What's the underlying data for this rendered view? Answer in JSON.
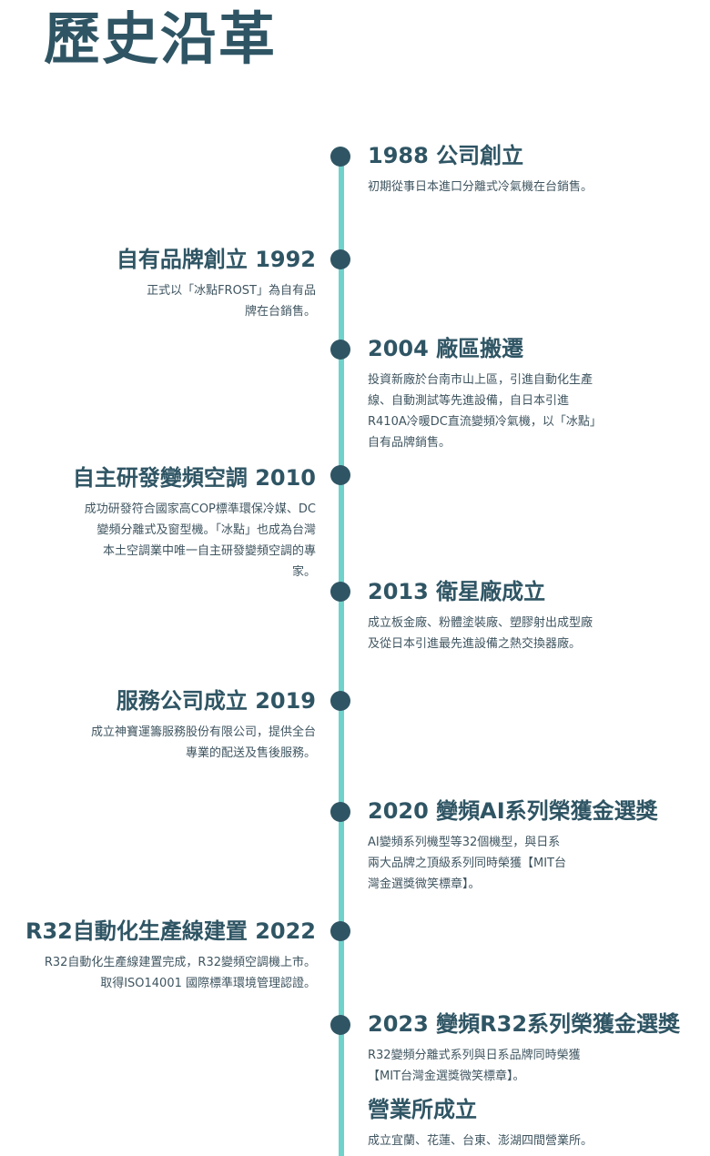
{
  "page": {
    "title": "歷史沿革"
  },
  "colors": {
    "heading": "#2f5564",
    "timeline": "#6fd3cc",
    "dot": "#2f5564"
  },
  "timeline": [
    {
      "side": "right",
      "title": "1988 公司創立",
      "lines": [
        "初期從事日本進口分離式冷氣機在台銷售。"
      ]
    },
    {
      "side": "left",
      "title": "自有品牌創立 1992",
      "lines": [
        "正式以「冰點FROST」為自有品",
        "牌在台銷售。"
      ]
    },
    {
      "side": "right",
      "title": "2004 廠區搬遷",
      "lines": [
        "投資新廠於台南市山上區，引進自動化生產",
        "線、自動測試等先進設備，自日本引進",
        "R410A冷暖DC直流變頻冷氣機，以「冰點」",
        "自有品牌銷售。"
      ]
    },
    {
      "side": "left",
      "title": "自主研發變頻空調 2010",
      "lines": [
        "成功研發符合國家高COP標準環保冷媒、DC",
        "變頻分離式及窗型機。「冰點」也成為台灣",
        "本土空調業中唯一自主研發變頻空調的專",
        "家。"
      ]
    },
    {
      "side": "right",
      "title": "2013 衛星廠成立",
      "lines": [
        "成立板金廠、粉體塗裝廠、塑膠射出成型廠",
        "及從日本引進最先進設備之熱交換器廠。"
      ]
    },
    {
      "side": "left",
      "title": "服務公司成立 2019",
      "lines": [
        "成立神寶運籌服務股份有限公司，提供全台",
        "專業的配送及售後服務。"
      ]
    },
    {
      "side": "right",
      "title": "2020 變頻AI系列榮獲金選獎",
      "lines": [
        "AI變頻系列機型等32個機型，與日系",
        "兩大品牌之頂級系列同時榮獲【MIT台",
        "灣金選獎微笑標章】。"
      ]
    },
    {
      "side": "left",
      "title": "R32自動化生產線建置 2022",
      "lines": [
        "R32自動化生產線建置完成，R32變頻空調機上市。",
        "取得ISO14001 國際標準環境管理認證。"
      ]
    },
    {
      "side": "right",
      "title": "2023 變頻R32系列榮獲金選獎",
      "lines": [
        "R32變頻分離式系列與日系品牌同時榮獲",
        "【MIT台灣金選獎微笑標章】。"
      ],
      "sub_title": "營業所成立",
      "sub_lines": [
        "成立宜蘭、花蓮、台東、澎湖四間營業所。"
      ]
    }
  ]
}
